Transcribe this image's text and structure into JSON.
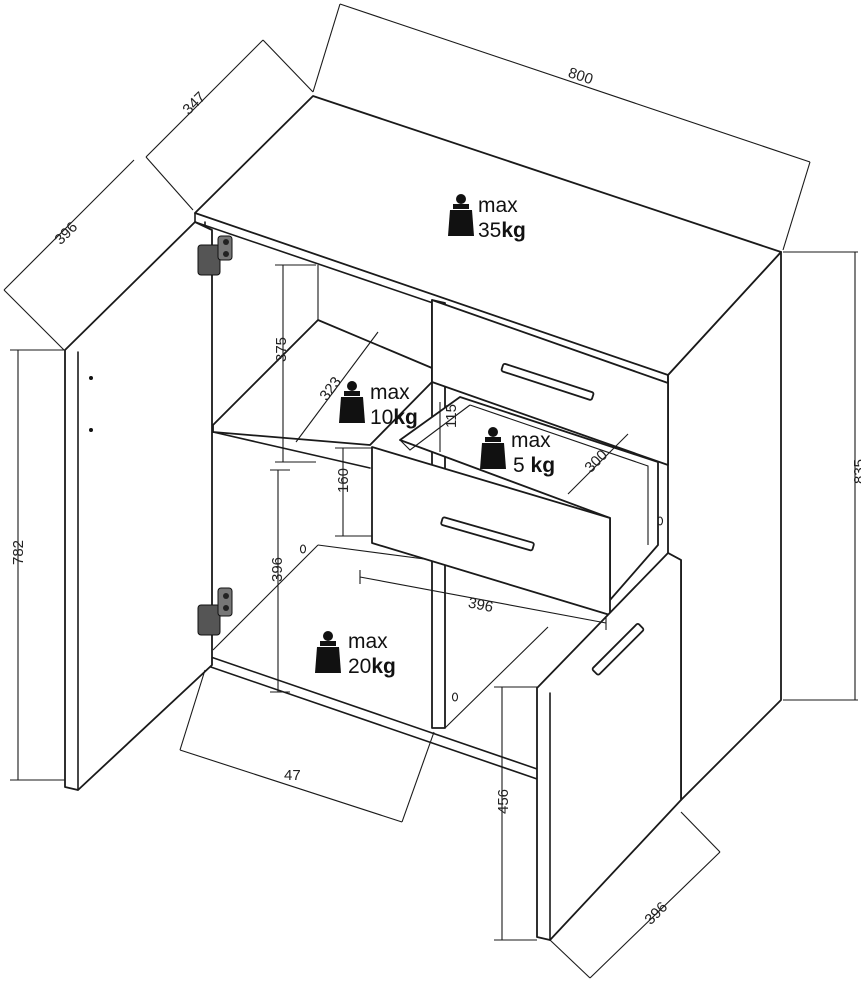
{
  "dimensions": {
    "width_total": "800",
    "depth_top": "347",
    "depth_door": "396",
    "height_total": "835",
    "door_height": "782",
    "upper_shelf_height": "375",
    "upper_shelf_depth": "323",
    "drawer_inner_height": "115",
    "drawer_depth": "300",
    "drawer_front_height": "160",
    "lower_compartment_height": "396",
    "lower_compartment_width": "396",
    "base_offset": "47",
    "right_door_height": "456",
    "right_door_width": "396"
  },
  "load_labels": {
    "top": {
      "max": "max",
      "value": "35",
      "unit": "kg"
    },
    "shelf": {
      "max": "max",
      "value": "10",
      "unit": "kg"
    },
    "drawer": {
      "max": "max",
      "value": "5",
      "unit": "kg"
    },
    "bottom": {
      "max": "max",
      "value": "20",
      "unit": "kg"
    }
  }
}
